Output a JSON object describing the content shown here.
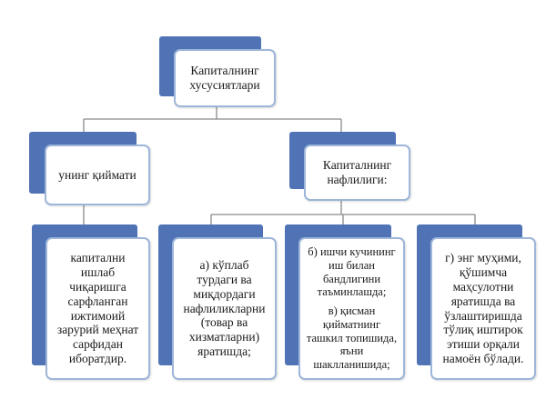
{
  "diagram": {
    "root": {
      "text": "Капиталнинг\nхусусиятлари"
    },
    "left": {
      "text": "унинг қиймати"
    },
    "right": {
      "text": "Капиталнинг\nнафлилиги:"
    },
    "left_detail": {
      "text": "капитални\nишлаб\nчиқаришга\nсарфланган\nижтимоий\nзарурий меҳнат\nсарфидан\nиборатдир."
    },
    "item_a": {
      "text": "а) кўплаб\nтурдаги ва\nмиқдордаги\nнафлиликларни\n(товар ва\nхизматларни)\nяратишда;"
    },
    "item_b": {
      "text": "б) ишчи кучининг\nиш билан\nбандлигини\nтаъминлашда;",
      "text2": "в) қисман\nқийматнинг\nташкил топишида,\nяъни\nшаклланишида;"
    },
    "item_g": {
      "text": "г) энг муҳими,\nқўшимча\nмаҳсулотни\nяратишда ва\nўзлаштиришда\nтўлиқ иштирок\nэтиши орқали\nнамоён бўлади."
    }
  },
  "colors": {
    "accent": "#4f73b5",
    "border": "#9db6d9",
    "line": "#8a8a8a"
  }
}
